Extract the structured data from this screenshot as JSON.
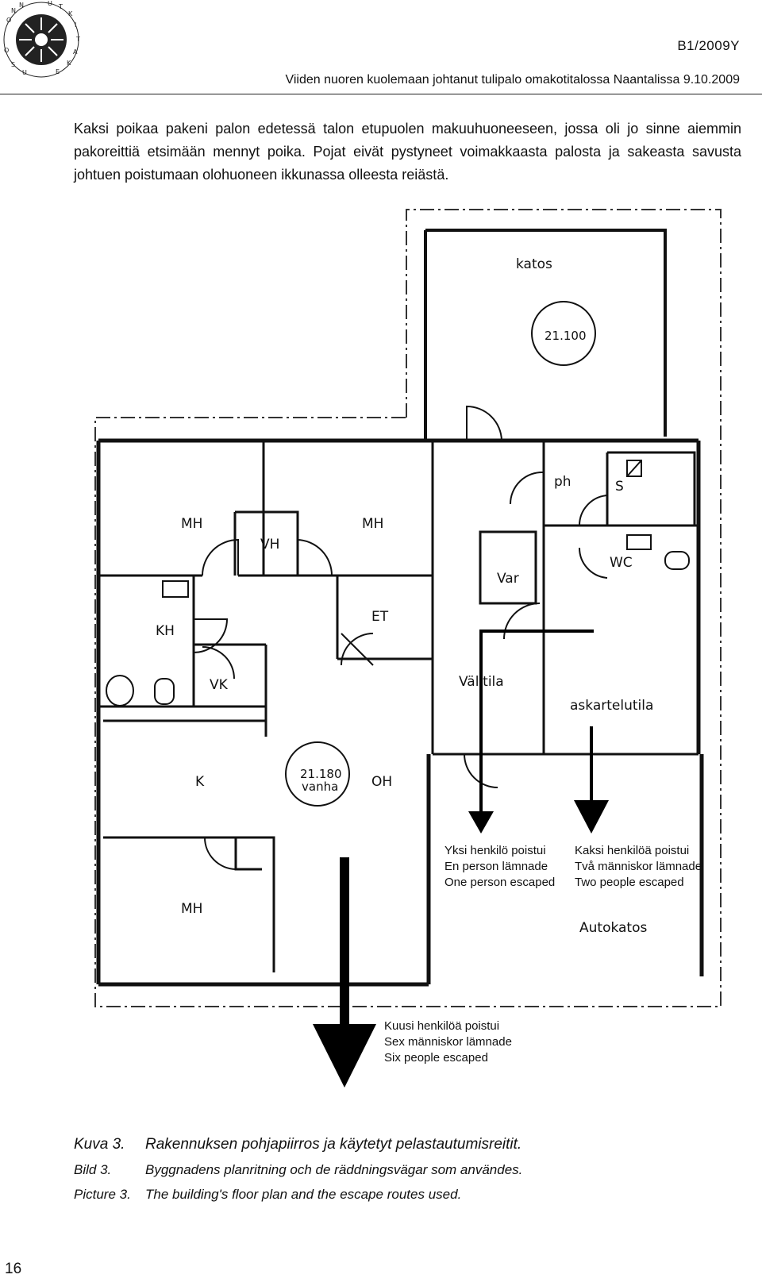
{
  "header": {
    "code": "B1/2009Y",
    "title": "Viiden nuoren kuolemaan johtanut tulipalo omakotitalossa Naantalissa 9.10.2009"
  },
  "intro": "Kaksi poikaa pakeni palon edetessä talon etupuolen makuuhuoneeseen, jossa oli jo sinne aiemmin pakoreittiä etsimään mennyt poika. Pojat eivät pystyneet voimakkaasta palosta ja sakeasta savusta johtuen poistumaan olohuoneen ikkunassa olleesta reiästä.",
  "plan": {
    "rooms": {
      "katos": "katos",
      "mh1": "MH",
      "vh": "VH",
      "mh2": "MH",
      "ph": "ph",
      "s": "S",
      "var": "Var",
      "wc": "WC",
      "kh": "KH",
      "et": "ET",
      "vk": "VK",
      "valitila": "Välitila",
      "askartelutila": "askartelutila",
      "k": "K",
      "oh": "OH",
      "mh3": "MH",
      "autokatos": "Autokatos"
    },
    "elevations": {
      "katos_value": "21.100",
      "main_value": "21.180",
      "main_note": "vanha"
    },
    "escape_notes": {
      "one": [
        "Yksi henkilö poistui",
        "En person lämnade",
        "One person escaped"
      ],
      "two": [
        "Kaksi henkilöä poistui",
        "Två människor lämnade",
        "Two people escaped"
      ],
      "six": [
        "Kuusi henkilöä poistui",
        "Sex människor lämnade",
        "Six people escaped"
      ]
    }
  },
  "caption": {
    "fi_label": "Kuva 3.",
    "fi_text": "Rakennuksen pohjapiirros ja käytetyt pelastautumisreitit.",
    "sv_label": "Bild 3.",
    "sv_text": "Byggnadens planritning och de räddningsvägar som användes.",
    "en_label": "Picture 3.",
    "en_text": "The building's floor plan and the escape routes used."
  },
  "page_number": "16"
}
